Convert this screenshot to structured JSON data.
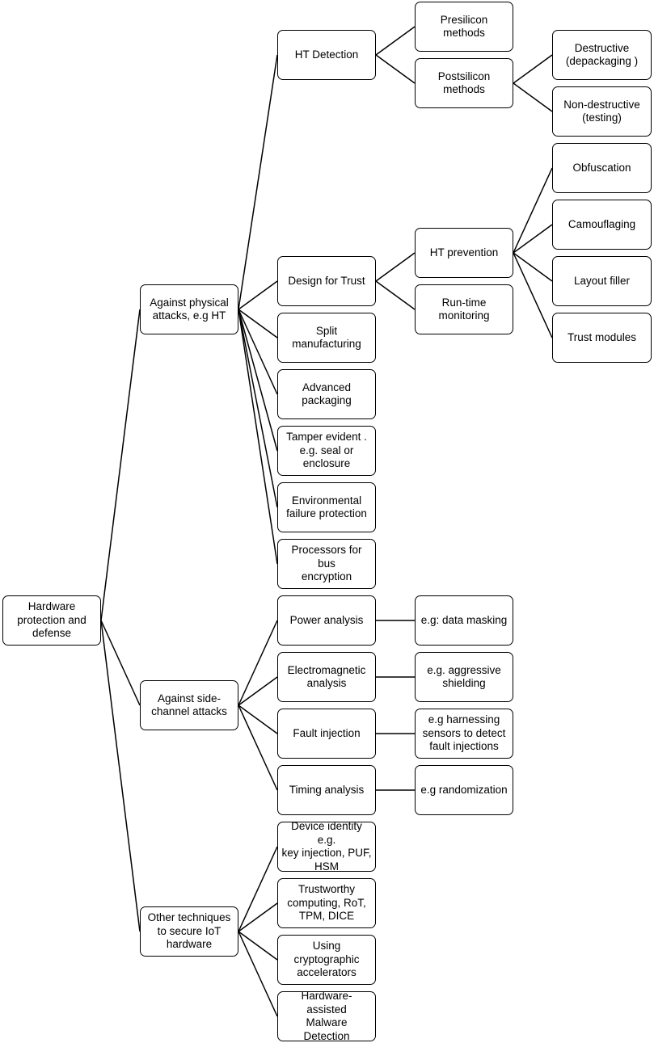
{
  "nodes": [
    {
      "id": "root",
      "text": "Hardware\nprotection and\ndefense"
    },
    {
      "id": "physical",
      "text": "Against physical\nattacks, e.g HT"
    },
    {
      "id": "sidechannel",
      "text": "Against side-\nchannel attacks"
    },
    {
      "id": "other",
      "text": "Other techniques\nto secure IoT\nhardware"
    },
    {
      "id": "ht-detection",
      "text": "HT Detection"
    },
    {
      "id": "design-trust",
      "text": "Design for Trust"
    },
    {
      "id": "split-mfg",
      "text": "Split\nmanufacturing"
    },
    {
      "id": "adv-packaging",
      "text": "Advanced\npackaging"
    },
    {
      "id": "tamper",
      "text": "Tamper evident .\ne.g.  seal or\nenclosure"
    },
    {
      "id": "env-failure",
      "text": "Environmental\nfailure protection"
    },
    {
      "id": "bus-encryption",
      "text": "Processors for bus\nencryption"
    },
    {
      "id": "presilicon",
      "text": "Presilicon methods"
    },
    {
      "id": "postsilicon",
      "text": "Postsilicon\nmethods"
    },
    {
      "id": "destructive",
      "text": "Destructive\n(depackaging )"
    },
    {
      "id": "non-destructive",
      "text": "Non-destructive\n(testing)"
    },
    {
      "id": "ht-prevention",
      "text": "HT prevention"
    },
    {
      "id": "runtime-monitoring",
      "text": "Run-time\nmonitoring"
    },
    {
      "id": "obfuscation",
      "text": "Obfuscation"
    },
    {
      "id": "camouflaging",
      "text": "Camouflaging"
    },
    {
      "id": "layout-filler",
      "text": "Layout filler"
    },
    {
      "id": "trust-modules",
      "text": "Trust modules"
    },
    {
      "id": "power-analysis",
      "text": "Power analysis"
    },
    {
      "id": "em-analysis",
      "text": "Electromagnetic\nanalysis"
    },
    {
      "id": "fault-injection",
      "text": "Fault injection"
    },
    {
      "id": "timing-analysis",
      "text": "Timing analysis"
    },
    {
      "id": "data-masking",
      "text": "e.g: data masking"
    },
    {
      "id": "shielding",
      "text": "e.g. aggressive\nshielding"
    },
    {
      "id": "sensors",
      "text": "e.g harnessing\nsensors to detect\nfault injections"
    },
    {
      "id": "randomization",
      "text": "e.g randomization"
    },
    {
      "id": "device-identity",
      "text": "Device identity e.g.\nkey injection, PUF,\nHSM"
    },
    {
      "id": "trustworthy",
      "text": "Trustworthy\ncomputing, RoT,\nTPM, DICE"
    },
    {
      "id": "crypto-acc",
      "text": "Using\ncryptographic\naccelerators"
    },
    {
      "id": "malware-detect",
      "text": "Hardware-assisted\nMalware\nDetection"
    }
  ],
  "edges": [
    [
      "root",
      "physical"
    ],
    [
      "root",
      "sidechannel"
    ],
    [
      "root",
      "other"
    ],
    [
      "physical",
      "ht-detection"
    ],
    [
      "physical",
      "design-trust"
    ],
    [
      "physical",
      "split-mfg"
    ],
    [
      "physical",
      "adv-packaging"
    ],
    [
      "physical",
      "tamper"
    ],
    [
      "physical",
      "env-failure"
    ],
    [
      "physical",
      "bus-encryption"
    ],
    [
      "ht-detection",
      "presilicon"
    ],
    [
      "ht-detection",
      "postsilicon"
    ],
    [
      "postsilicon",
      "destructive"
    ],
    [
      "postsilicon",
      "non-destructive"
    ],
    [
      "design-trust",
      "ht-prevention"
    ],
    [
      "design-trust",
      "runtime-monitoring"
    ],
    [
      "ht-prevention",
      "obfuscation"
    ],
    [
      "ht-prevention",
      "camouflaging"
    ],
    [
      "ht-prevention",
      "layout-filler"
    ],
    [
      "ht-prevention",
      "trust-modules"
    ],
    [
      "sidechannel",
      "power-analysis"
    ],
    [
      "sidechannel",
      "em-analysis"
    ],
    [
      "sidechannel",
      "fault-injection"
    ],
    [
      "sidechannel",
      "timing-analysis"
    ],
    [
      "power-analysis",
      "data-masking"
    ],
    [
      "em-analysis",
      "shielding"
    ],
    [
      "fault-injection",
      "sensors"
    ],
    [
      "timing-analysis",
      "randomization"
    ],
    [
      "other",
      "device-identity"
    ],
    [
      "other",
      "trustworthy"
    ],
    [
      "other",
      "crypto-acc"
    ],
    [
      "other",
      "malware-detect"
    ]
  ]
}
